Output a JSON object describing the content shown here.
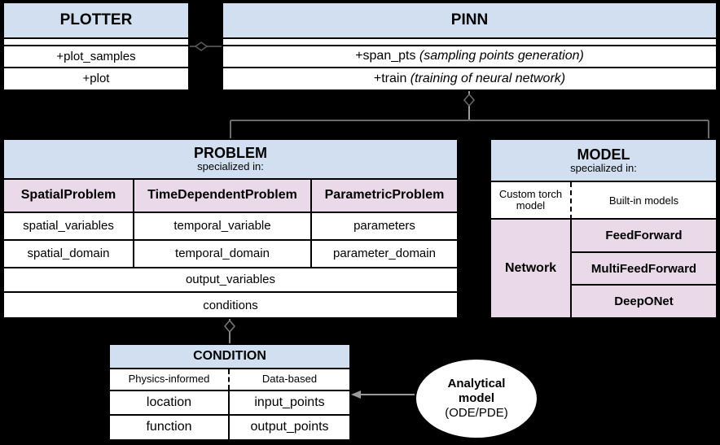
{
  "diagram": {
    "title": "PINA software architecture UML class diagram",
    "colors": {
      "header_fill": "#d2dff1",
      "class_fill": "#e9d9e9",
      "background": "#000000",
      "box_fill": "#ffffff",
      "border": "#000000"
    }
  },
  "plotter": {
    "title": "PLOTTER",
    "methods": [
      "+plot_samples",
      "+plot"
    ]
  },
  "pinn": {
    "title": "PINN",
    "methods": [
      {
        "name": "+span_pts",
        "note": "(sampling points generation)"
      },
      {
        "name": "+train",
        "note": "(training of neural network)"
      }
    ]
  },
  "problem": {
    "title": "PROBLEM",
    "subtitle": "specialized in:",
    "subclasses": [
      "SpatialProblem",
      "TimeDependentProblem",
      "ParametricProblem"
    ],
    "attribute_rows": [
      [
        "spatial_variables",
        "temporal_variable",
        "parameters"
      ],
      [
        "spatial_domain",
        "temporal_domain",
        "parameter_domain"
      ]
    ],
    "shared_attributes": [
      "output_variables",
      "conditions"
    ]
  },
  "model": {
    "title": "MODEL",
    "subtitle": "specialized in:",
    "left_column_header": "Custom torch model",
    "left_column_item": "Network",
    "right_column_header": "Built-in models",
    "right_column_items": [
      "FeedForward",
      "MultiFeedForward",
      "DeepONet"
    ]
  },
  "condition": {
    "title": "CONDITION",
    "columns": [
      "Physics-informed",
      "Data-based"
    ],
    "attribute_rows": [
      [
        "location",
        "input_points"
      ],
      [
        "function",
        "output_points"
      ]
    ]
  },
  "analytical_model": {
    "line1": "Analytical",
    "line2": "model",
    "line3": "(ODE/PDE)"
  },
  "connectors": [
    {
      "name": "plotter-to-pinn-aggregation",
      "kind": "aggregation-diamond"
    },
    {
      "name": "pinn-to-problem-model-aggregation",
      "kind": "aggregation-diamond"
    },
    {
      "name": "problem-to-condition-aggregation",
      "kind": "aggregation-diamond"
    },
    {
      "name": "analytical-model-to-condition-arrow",
      "kind": "arrow"
    }
  ]
}
